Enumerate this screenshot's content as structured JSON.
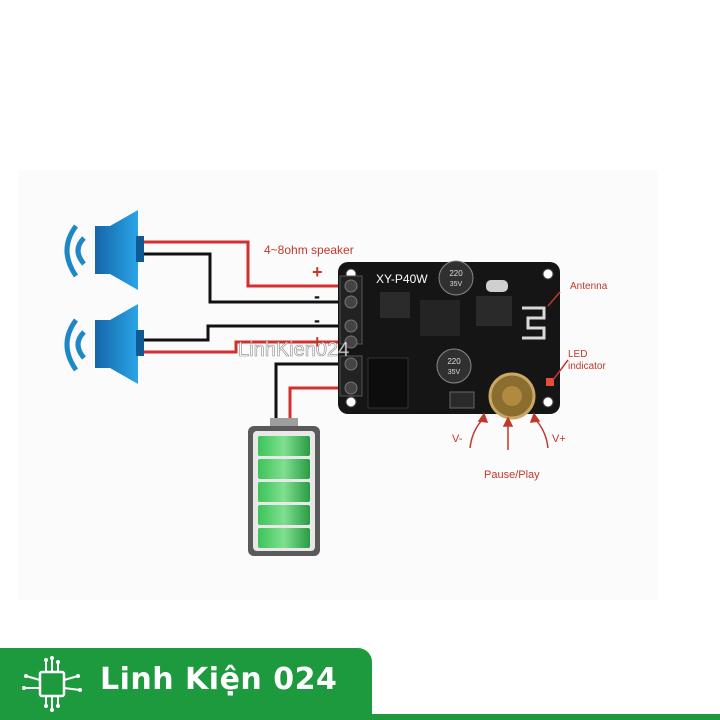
{
  "board": {
    "model": "XY-P40W",
    "cap1": "220",
    "cap1_v": "35V",
    "cap2": "220",
    "cap2_v": "35V"
  },
  "labels": {
    "speaker": "4~8ohm speaker",
    "plus": "+",
    "minus1": "-",
    "minus2": "-",
    "plus2": "+",
    "antenna": "Antenna",
    "led_line1": "LED",
    "led_line2": "indicator",
    "v_minus": "V-",
    "v_plus": "V+",
    "pause_play": "Pause/Play"
  },
  "watermark": "LinhKien024",
  "footer": {
    "brand": "Linh Kiện 024"
  },
  "colors": {
    "accent": "#1d9a3e",
    "annotation": "#c0392b",
    "speaker_blue": "#1e88c7",
    "battery_green": "#2ea84a",
    "wire_red": "#d32f2f",
    "wire_black": "#111111"
  },
  "icons": [
    "speaker-icon",
    "speaker-icon",
    "battery-icon",
    "circuit-chip-logo-icon"
  ]
}
